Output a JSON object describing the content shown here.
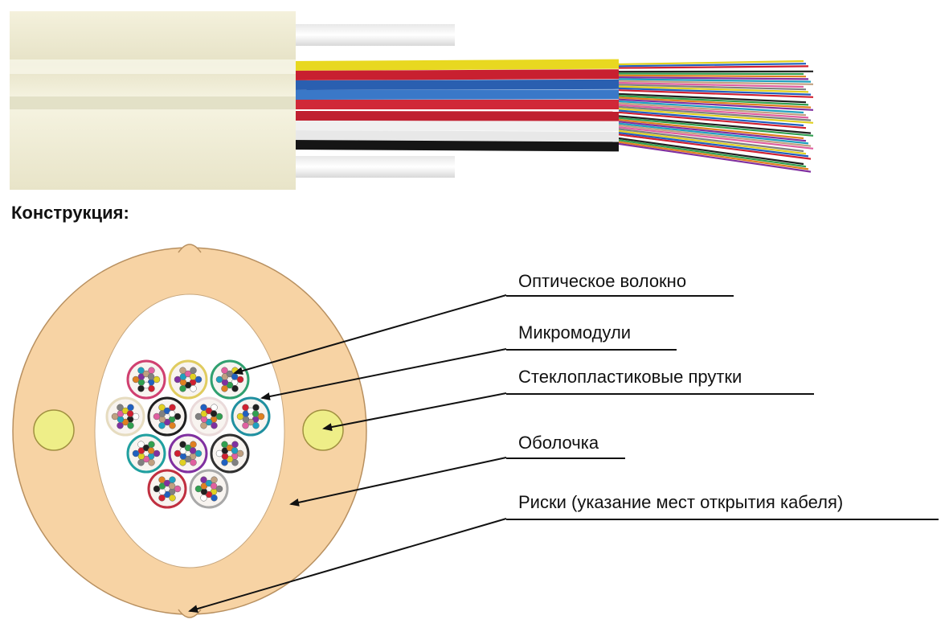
{
  "heading": "Конструкция:",
  "labels": {
    "fiber": "Оптическое волокно",
    "micromodules": "Микромодули",
    "rods": "Стеклопластиковые прутки",
    "sheath": "Оболочка",
    "marks": "Риски (указание мест открытия кабеля)"
  },
  "colors": {
    "sheath": "#f7d3a4",
    "rod": "#eeee88",
    "cable_jacket": "#eeebd0",
    "module_colors": [
      "#d04060",
      "#e0d060",
      "#30a060",
      "#e8e0c0",
      "#202020",
      "#e8e0e0",
      "#3090a0",
      "#2090a0",
      "#7030a0",
      "#303030",
      "#c03040",
      "#a0a0a0"
    ],
    "fiber_bundle": [
      "#e0d020",
      "#2060c0",
      "#d02030",
      "#ffffff",
      "#202020",
      "#30a050",
      "#e08020",
      "#8030a0",
      "#20a0c0",
      "#c0a080",
      "#e060a0",
      "#808080"
    ]
  }
}
